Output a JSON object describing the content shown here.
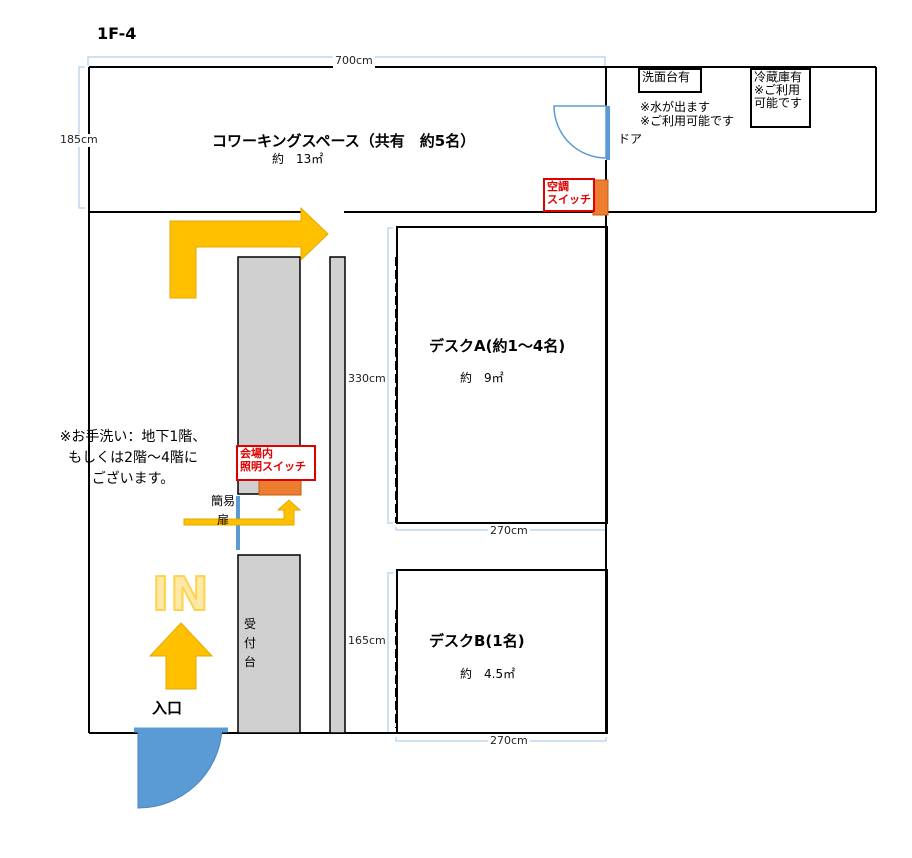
{
  "title": "1F-4",
  "coworking": {
    "name": "コワーキングスペース（共有　約5名）",
    "area": "約　13㎡",
    "height_dim": "185cm"
  },
  "overall_width_dim": "700cm",
  "door_label": "ドア",
  "sink": {
    "label": "洗面台有",
    "note_line1": "※水が出ます",
    "note_line2": "※ご利用可能です"
  },
  "fridge": {
    "line1": "冷蔵庫有",
    "line2": "※ご利用",
    "line3": "可能です"
  },
  "ac_switch": {
    "line1": "空調",
    "line2": "スイッチ"
  },
  "desk_a": {
    "name": "デスクA(約1～4名)",
    "area": "約　9㎡",
    "height_dim": "330cm",
    "width_dim": "270cm"
  },
  "desk_b": {
    "name": "デスクB(1名)",
    "area": "約　4.5㎡",
    "height_dim": "165cm",
    "width_dim": "270cm"
  },
  "light_switch": {
    "line1": "会場内",
    "line2": "照明スイッチ"
  },
  "simple_door": "簡易扉",
  "reception": "受付台",
  "restroom_note": {
    "line1": "※お手洗い：地下1階、",
    "line2": "もしくは2階～4階に",
    "line3": "ございます。"
  },
  "in_label": "IN",
  "entrance": "入口",
  "colors": {
    "arrow": "#ffc000",
    "door": "#5b9bd5",
    "switch": "#ed7d31",
    "alert": "#e00000",
    "dimension": "#9dc3e6",
    "counter": "#d0d0d0"
  }
}
